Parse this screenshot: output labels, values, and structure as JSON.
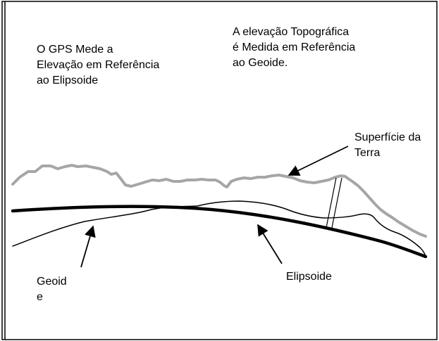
{
  "labels": {
    "gps_text": "O GPS Mede a\nElevação em Referência\nao Elipsoide",
    "topo_text": "A elevação Topográfica\né Medida em Referência\nao Geoide.",
    "surface": "Superfície da\nTerra",
    "geoid": "Geoid\ne",
    "ellipsoid": "Elipsoide"
  },
  "colors": {
    "surface_line": "#a6a6a6",
    "ellipsoid_line": "#000000",
    "geoid_line": "#000000",
    "frame": "#000000"
  }
}
